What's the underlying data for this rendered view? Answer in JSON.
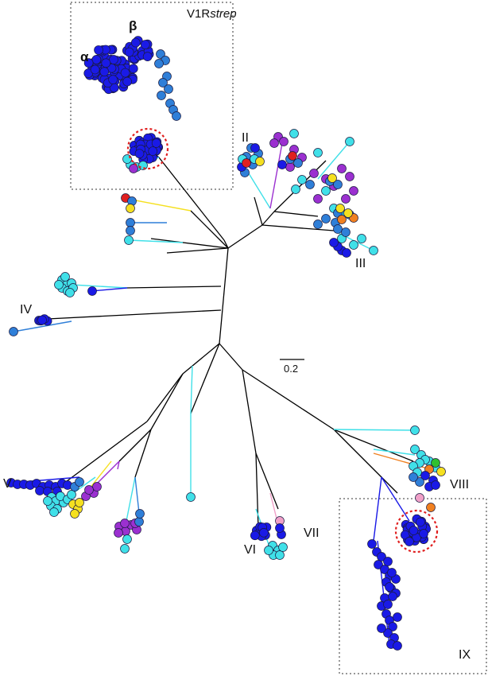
{
  "inset_top": {
    "text": "V1R",
    "italic": "strep"
  },
  "subfamily_alpha": "α",
  "subfamily_beta": "β",
  "clade_labels": {
    "II": "II",
    "III": "III",
    "IV": "IV",
    "V": "V",
    "VI": "VI",
    "VII": "VII",
    "VIII": "VIII",
    "IX": "IX"
  },
  "scale_bar": "0.2",
  "colors": {
    "branch": "#000000",
    "dark_blue": "#1a1ae6",
    "mid_blue": "#2f7fd8",
    "cyan": "#40e0e8",
    "purple": "#9b30d0",
    "yellow": "#f5e020",
    "red": "#e02020",
    "orange": "#f08020",
    "green": "#30c030",
    "pink": "#f0a0c8",
    "highlight_circle": "#e02020",
    "box_border": "#333333"
  }
}
